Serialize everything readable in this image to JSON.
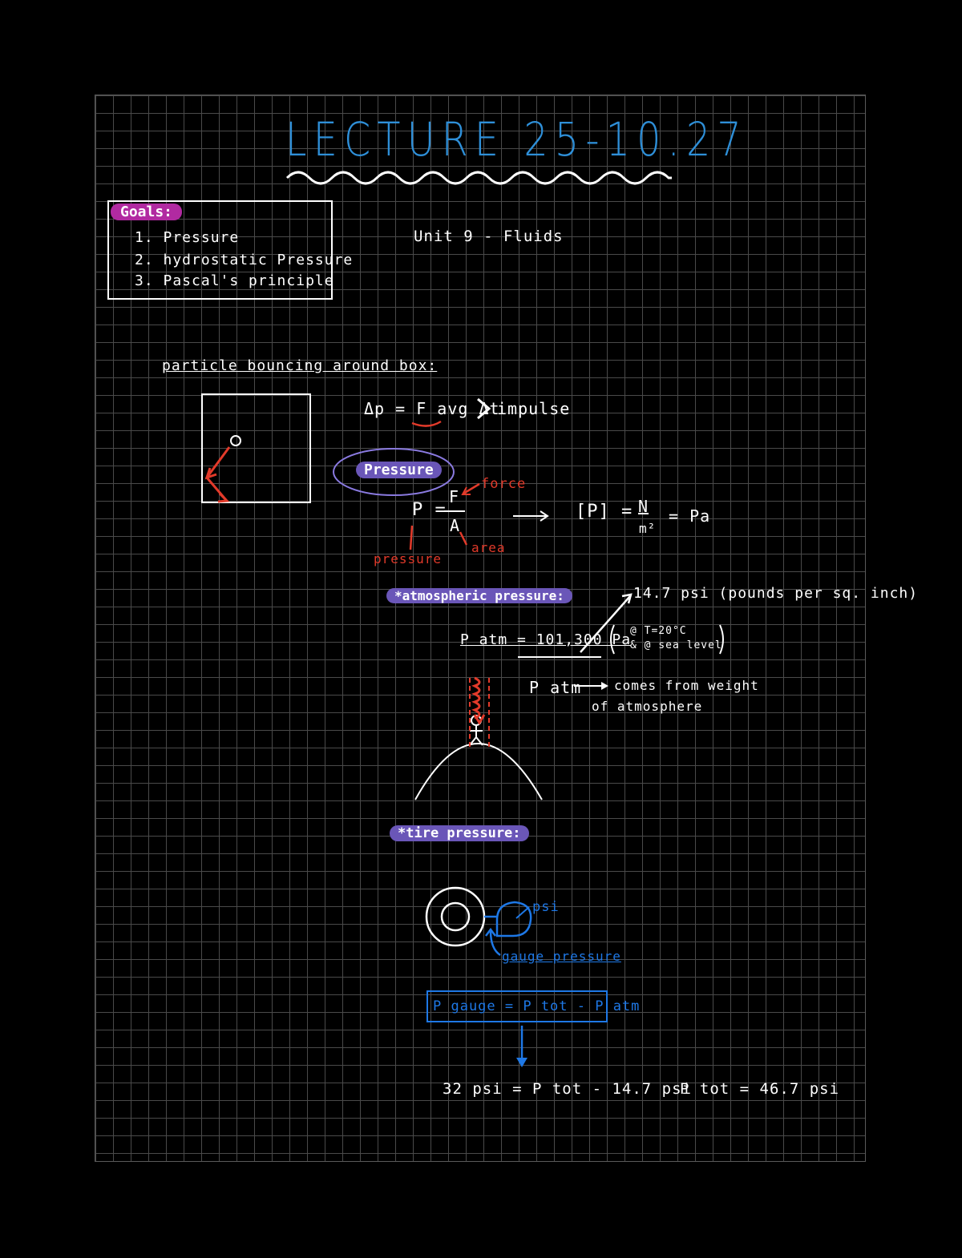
{
  "title": "LECTURE 25-10.27",
  "goals": {
    "tag": "Goals:",
    "items": [
      "1. Pressure",
      "2. hydrostatic Pressure",
      "3. Pascal's principle"
    ]
  },
  "unit": "Unit 9 - Fluids",
  "particle_heading": "particle bouncing around box:",
  "impulse": {
    "equation": "Δp = F avg Δt",
    "favg_sub": "avg",
    "label": "impulse"
  },
  "pressure_section": {
    "tag": "Pressure",
    "formula_p": "P =",
    "formula_num": "F",
    "formula_den": "A",
    "force_label": "force",
    "area_label": "area",
    "pressure_label": "pressure",
    "units": "[P] = N / m² = Pa",
    "units_num": "N",
    "units_den": "m²",
    "units_left": "[P] =",
    "units_right": "= Pa"
  },
  "atmospheric": {
    "heading": "*atmospheric pressure:",
    "psi_value": "14.7 psi (pounds per sq. inch)",
    "patm_equation": "P atm = 101,300 Pa",
    "conditions_line1": "@ T=20°C",
    "conditions_line2": "& @ sea level",
    "patm_label": "P atm",
    "origin_line1": "comes from weight",
    "origin_line2": "of atmosphere"
  },
  "tire": {
    "heading": "*tire pressure:",
    "psi_label": "psi",
    "gauge_label": "gauge pressure",
    "gauge_formula": "P gauge = P tot - P atm",
    "example_left": "32 psi = P tot - 14.7 psi",
    "example_right": "P tot = 46.7 psi"
  },
  "colors": {
    "title_blue": "#2e8fd8",
    "red": "#e23a2a",
    "purple": "#6a56b8",
    "magenta": "#b12aa1",
    "blue": "#1e78e6"
  }
}
